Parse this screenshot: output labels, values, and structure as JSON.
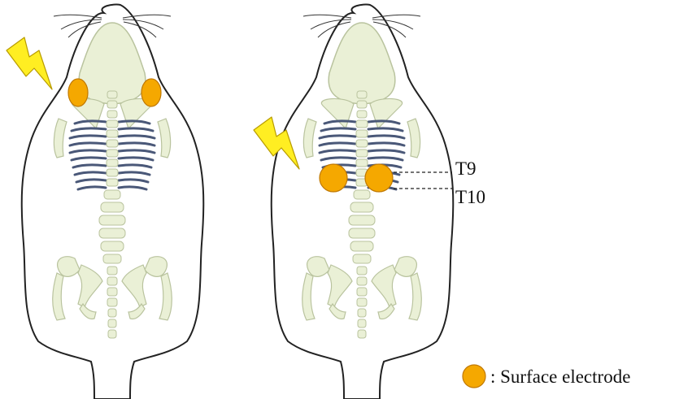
{
  "figure": {
    "labels": {
      "t9": "T9",
      "t10": "T10",
      "legend": ": Surface electrode"
    },
    "legend_symbol": "electrode-circle",
    "icons": [
      "lightning-bolt-icon",
      "lightning-bolt-icon"
    ],
    "colors": {
      "electrode_fill": "#f5a800",
      "electrode_stroke": "#c07800",
      "bone_fill": "#eaf0d6",
      "bone_stroke": "#b9c39e",
      "rib_stroke": "#4a5878",
      "body_outline": "#222222",
      "bolt_fill": "#ffee22",
      "bolt_stroke": "#b89b00",
      "text": "#111111"
    }
  }
}
